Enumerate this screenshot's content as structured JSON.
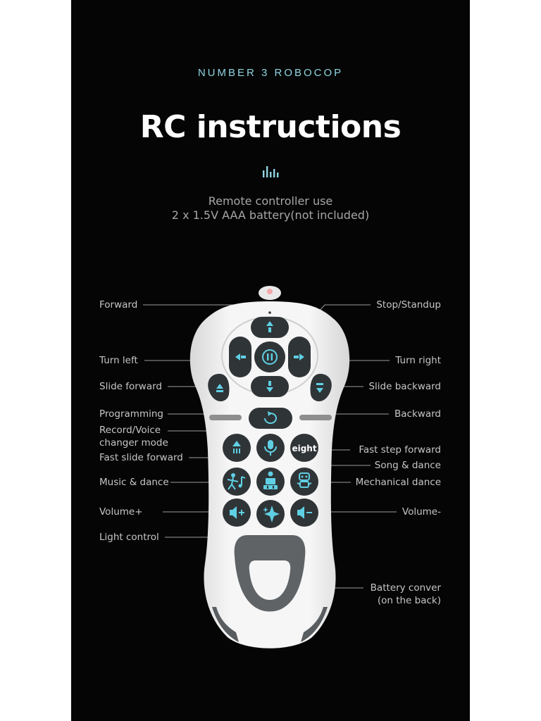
{
  "header": {
    "eyebrow": "NUMBER 3 ROBOCOP",
    "title": "RC instructions",
    "battery_line1": "Remote controller use",
    "battery_line2": "2 x 1.5V AAA battery(not included)"
  },
  "labels": {
    "forward": "Forward",
    "stop_standup": "Stop/Standup",
    "turn_left": "Turn left",
    "turn_right": "Turn right",
    "slide_forward": "Slide forward",
    "slide_backward": "Slide backward",
    "programming": "Programming",
    "backward": "Backward",
    "record_voice_1": "Record/Voice",
    "record_voice_2": "changer mode",
    "fast_step_forward": "Fast step forward",
    "fast_slide_forward": "Fast slide forward",
    "song_dance": "Song & dance",
    "music_dance": "Music & dance",
    "mechanical_dance": "Mechanical dance",
    "volume_up": "Volume+",
    "volume_down": "Volume-",
    "light_control": "Light control",
    "battery_cover_1": "Battery conver",
    "battery_cover_2": "(on the back)"
  },
  "buttons": {
    "eight_label": "eight"
  },
  "colors": {
    "background": "#050505",
    "accent": "#8fd3e0",
    "remote_body": "#eeeeee",
    "button": "#2f3437",
    "button_icon": "#5fd0e4"
  }
}
